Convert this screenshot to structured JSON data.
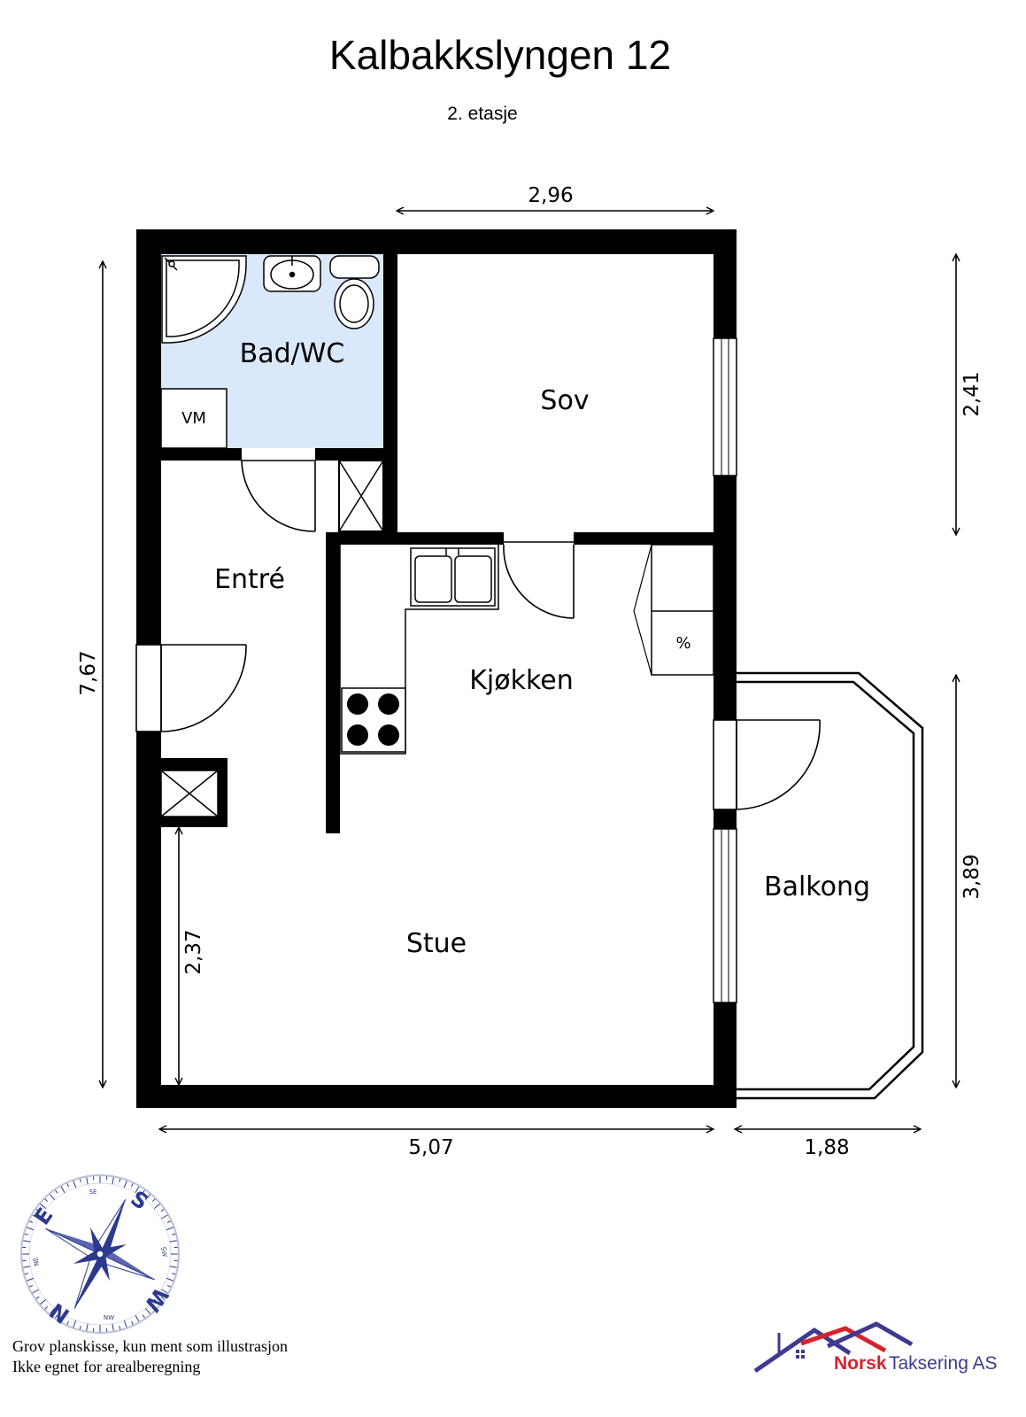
{
  "title": "Kalbakkslyngen 12",
  "floor": "2. etasje",
  "rooms": {
    "bath": "Bad/WC",
    "washer": "VM",
    "bedroom": "Sov",
    "entry": "Entré",
    "kitchen": "Kjøkken",
    "fridge": "%",
    "living": "Stue",
    "balcony": "Balkong"
  },
  "dimensions": {
    "top": "2,96",
    "left_total": "7,67",
    "right_bedroom": "2,41",
    "right_balcony": "3,89",
    "living_depth": "2,37",
    "bottom_width": "5,07",
    "balcony_width": "1,88"
  },
  "compass": {
    "cardinals": [
      "S",
      "W",
      "N",
      "E"
    ],
    "intercardinals": [
      "SE",
      "SW",
      "NW",
      "NE"
    ]
  },
  "note": {
    "line1": "Grov planskisse, kun ment som illustrasjon",
    "line2": "Ikke egnet for arealberegning"
  },
  "logo": {
    "brand": "Norsk",
    "rest": "Taksering AS"
  },
  "colors": {
    "wall": "#000000",
    "bathroom_fill": "#d9e9fb",
    "compass": "#2b3a8f",
    "logo_red": "#d6232b",
    "logo_blue": "#3d3a8f"
  }
}
